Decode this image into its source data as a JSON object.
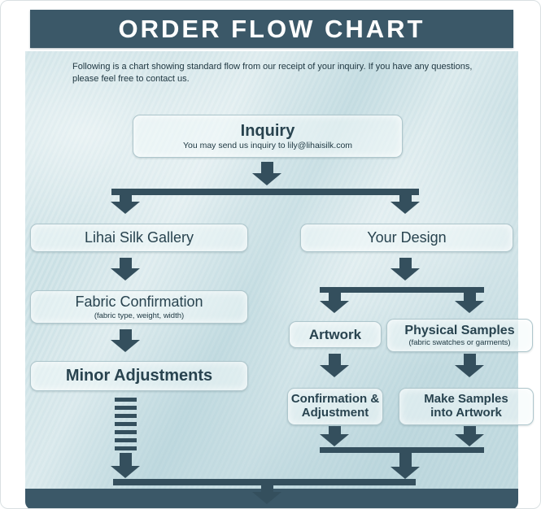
{
  "header": {
    "title": "ORDER FLOW CHART"
  },
  "intro": {
    "line1": "Following is a chart showing standard flow from our receipt of your inquiry. If you have any questions,",
    "line2": "please feel free to contact us."
  },
  "flow": {
    "inquiry": {
      "title": "Inquiry",
      "subtitle": "You may send us inquiry to lily@lihaisilk.com"
    },
    "lihai_silk_gallery": {
      "title": "Lihai Silk Gallery"
    },
    "fabric_confirmation": {
      "title": "Fabric Confirmation",
      "subtitle": "(fabric type, weight, width)"
    },
    "minor_adjustments": {
      "title": "Minor Adjustments"
    },
    "your_design": {
      "title": "Your Design"
    },
    "artwork": {
      "title": "Artwork"
    },
    "physical_samples": {
      "title": "Physical Samples",
      "subtitle": "(fabric swatches or garments)"
    },
    "confirmation_adjustment": {
      "line1": "Confirmation &",
      "line2": "Adjustment"
    },
    "make_samples_into_artwork": {
      "line1": "Make Samples",
      "line2": "into Artwork"
    }
  },
  "colors": {
    "header_bg": "#3b5868",
    "arrow": "#344f5d",
    "box_text": "#28434f",
    "background": "#cfe3e7"
  }
}
